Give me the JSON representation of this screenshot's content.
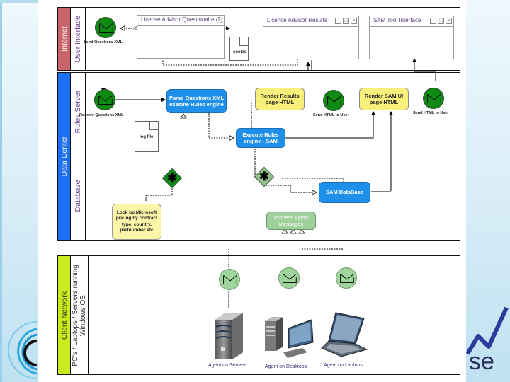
{
  "pools": {
    "internet": {
      "label": "Internet",
      "color": "#c8646a",
      "lanes": [
        {
          "label": "User Interface"
        }
      ]
    },
    "data_center": {
      "label": "Data Center",
      "color": "#1b6ff0",
      "lanes": [
        {
          "label": "Rules Server"
        },
        {
          "label": "Database"
        }
      ]
    },
    "client_network": {
      "label": "Client Network",
      "color": "#c7ec1a",
      "lanes": [
        {
          "label_line1": "PC's / Laptops / Servers running",
          "label_line2": "Windows OS"
        }
      ]
    }
  },
  "windows": [
    {
      "title": "License Advisor Questionaire",
      "buttons": [
        "close-icon"
      ]
    },
    {
      "title": "Licence Advisor Results",
      "buttons": [
        "minimize-icon",
        "maximize-icon",
        "close-icon"
      ]
    },
    {
      "title": "SAM Tool Interface",
      "buttons": [
        "minimize-icon",
        "maximize-icon",
        "close-icon"
      ]
    }
  ],
  "events": {
    "send_questions": "Send Questions XML",
    "receive_questions": "Receive Questions XML",
    "send_html_1": "Send HTML to User",
    "send_html_2": "Send HTML to User"
  },
  "documents": {
    "cookie": "cookie",
    "log_file": "log file"
  },
  "tasks": {
    "parse_questions": "Parse Questions XML execute Rules engine",
    "render_results": "Render Results page HTML",
    "render_sam_ui": "Render SAM UI page HTML",
    "execute_rules_sam": "Execute Rules engine - SAM",
    "sam_database": "SAM DataBase",
    "lookup_pricing": "Look up Microsoft pricing by contract type, country, partnumber etc",
    "process_agent": "Process Agent Messages"
  },
  "devices": [
    {
      "label": "Agent on Servers",
      "icon": "server-icon"
    },
    {
      "label": "Agent on Desktops",
      "icon": "desktop-icon"
    },
    {
      "label": "Agent on Laptops",
      "icon": "laptop-icon"
    }
  ],
  "logo": {
    "right_text": "se"
  },
  "colors": {
    "task_blue": "#1e90ea",
    "task_yellow": "#f8f07a",
    "event_dark_green": "#0f8a14",
    "event_light_green": "#9fd49c"
  }
}
